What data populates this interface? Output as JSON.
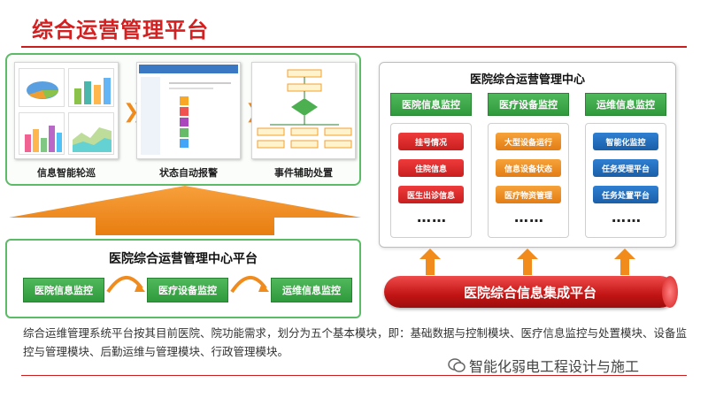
{
  "title": "综合运营管理平台",
  "screenshots": [
    {
      "caption": "信息智能轮巡"
    },
    {
      "caption": "状态自动报警"
    },
    {
      "caption": "事件辅助处置"
    }
  ],
  "platform": {
    "title": "医院综合运营管理中心平台",
    "buttons": [
      "医院信息监控",
      "医疗设备监控",
      "运维信息监控"
    ]
  },
  "center": {
    "title": "医院综合运营管理中心",
    "columns": [
      {
        "head": "医院信息监控",
        "items": [
          "挂号情况",
          "住院信息",
          "医生出诊信息"
        ],
        "color": "red",
        "more": "……"
      },
      {
        "head": "医疗设备监控",
        "items": [
          "大型设备运行",
          "信息设备状态",
          "医疗物资管理"
        ],
        "color": "orange",
        "more": "……"
      },
      {
        "head": "运维信息监控",
        "items": [
          "智能化监控",
          "任务受理平台",
          "任务处置平台"
        ],
        "color": "blue",
        "more": "……"
      }
    ]
  },
  "integration": "医院综合信息集成平台",
  "paragraph": "综合运维管理系统平台按其目前医院、院功能需求，划分为五个基本模块，即：基础数据与控制模块、医疗信息监控与处置模块、设备监控与管理模块、后勤运维与管理模块、行政管理模块。",
  "watermark": "智能化弱电工程设计与施工",
  "colors": {
    "accent_red": "#d42020",
    "green": "#3aa646",
    "orange": "#f18b1c",
    "blue": "#1a5fa8"
  }
}
